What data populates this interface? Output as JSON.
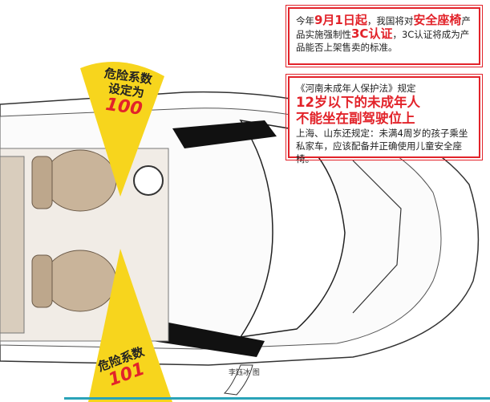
{
  "info_box_1": {
    "prefix": "今年",
    "date": "9月1日起",
    "middle": "，我国将对",
    "product": "安全座椅",
    "middle2": "产品实施强制性",
    "cert": "3C认证",
    "suffix": "，3C认证将成为产品能否上架售卖的标准。"
  },
  "info_box_2": {
    "law": "《河南未成年人保护法》规定",
    "highlight_1": "12岁以下的未成年人",
    "highlight_2": "不能坐在副驾驶位上",
    "detail": "上海、山东还规定：未满4周岁的孩子乘坐私家车，应该配备并正确使用儿童安全座椅。"
  },
  "front_seat_fan": {
    "label_1": "危险系数",
    "label_2": "设定为",
    "value": "100"
  },
  "rear_seat_fan": {
    "label": "危险系数",
    "value": "101"
  },
  "credit": "李钰冰 图",
  "colors": {
    "accent_red": "#e2232a",
    "fan_yellow": "#f7d51d",
    "bottom_rule": "#2aa3b8",
    "seat_tan": "#c9b49a"
  }
}
